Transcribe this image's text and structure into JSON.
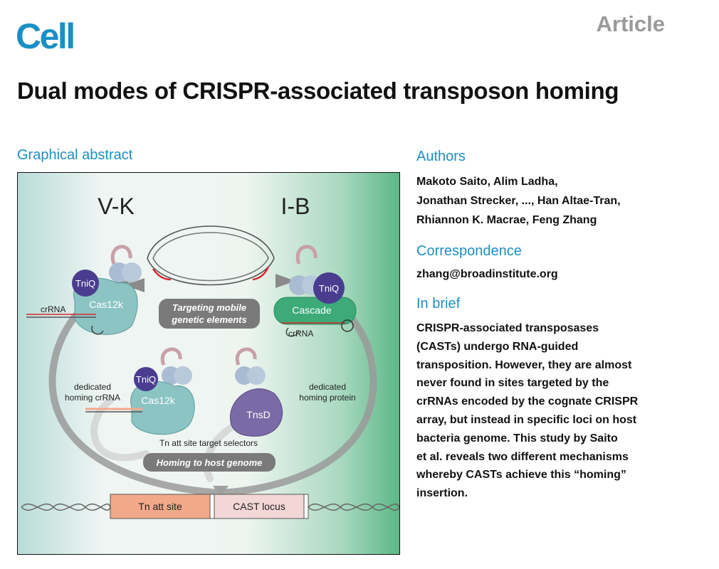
{
  "header": {
    "journal": "Cell",
    "article_type": "Article"
  },
  "title": "Dual modes of CRISPR-associated transposon homing",
  "graphical_abstract": {
    "heading": "Graphical abstract",
    "labels": {
      "v_k": "V-K",
      "i_b": "I-B",
      "tniq_left": "TniQ",
      "cas12k_top": "Cas12k",
      "crrna_left": "crRNA",
      "tniq_right": "TniQ",
      "cascade": "Cascade",
      "crrna_right": "crRNA",
      "targeting_line1": "Targeting mobile",
      "targeting_line2": "genetic elements",
      "dedicated_crrna_line1": "dedicated",
      "dedicated_crrna_line2": "homing crRNA",
      "tniq_bottom": "TniQ",
      "cas12k_bottom": "Cas12k",
      "tnsd": "TnsD",
      "dedicated_protein_line1": "dedicated",
      "dedicated_protein_line2": "homing protein",
      "target_selectors": "Tn att site target selectors",
      "homing": "Homing to host genome",
      "tn_att_site": "Tn att site",
      "cast_locus": "CAST locus"
    },
    "colors": {
      "cas": "#8cc4c4",
      "tniq": "#4a3d8f",
      "cascade": "#3daa78",
      "tnsd": "#7a6aa6",
      "pill": "#7a7a7a",
      "tn_att": "#f2a98a",
      "cast_locus": "#f3d6d6",
      "crrna_red": "#d8262e"
    }
  },
  "authors": {
    "heading": "Authors",
    "lines": [
      "Makoto Saito, Alim Ladha,",
      "Jonathan Strecker, ..., Han Altae-Tran,",
      "Rhiannon K. Macrae, Feng Zhang"
    ]
  },
  "correspondence": {
    "heading": "Correspondence",
    "email": "zhang@broadinstitute.org"
  },
  "in_brief": {
    "heading": "In brief",
    "lines": [
      "CRISPR-associated transposases",
      "(CASTs) undergo RNA-guided",
      "transposition. However, they are almost",
      "never found in sites targeted by the",
      "crRNAs encoded by the cognate CRISPR",
      "array, but instead in specific loci on host",
      "bacteria genome. This study by Saito",
      "et al. reveals two different mechanisms",
      "whereby CASTs achieve this “homing”",
      "insertion."
    ]
  }
}
